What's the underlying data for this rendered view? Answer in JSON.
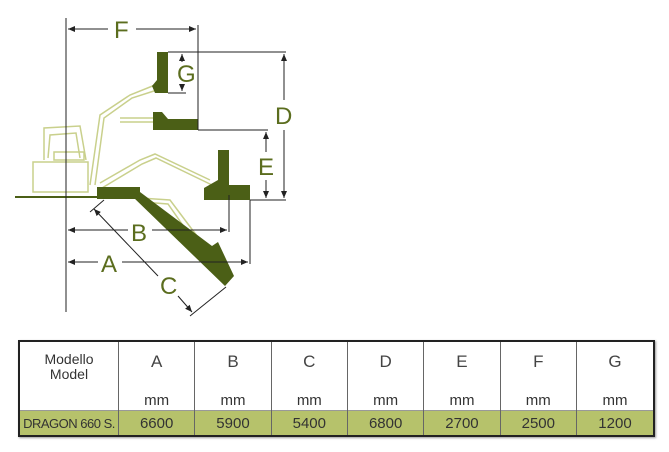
{
  "diagram": {
    "labels": {
      "A": "A",
      "B": "B",
      "C": "C",
      "D": "D",
      "E": "E",
      "F": "F",
      "G": "G"
    },
    "colors": {
      "attachment": "#4b5f16",
      "outline": "#c9d08c",
      "dimension": "#222222",
      "label": "#5b6d1e"
    }
  },
  "table": {
    "header_model": [
      "Modello",
      "Model"
    ],
    "columns": [
      "A",
      "B",
      "C",
      "D",
      "E",
      "F",
      "G"
    ],
    "unit": "mm",
    "rows": [
      {
        "model": "DRAGON 660 S.",
        "values": [
          "6600",
          "5900",
          "5400",
          "6800",
          "2700",
          "2500",
          "1200"
        ]
      }
    ],
    "row_color": "#b6c26b"
  }
}
